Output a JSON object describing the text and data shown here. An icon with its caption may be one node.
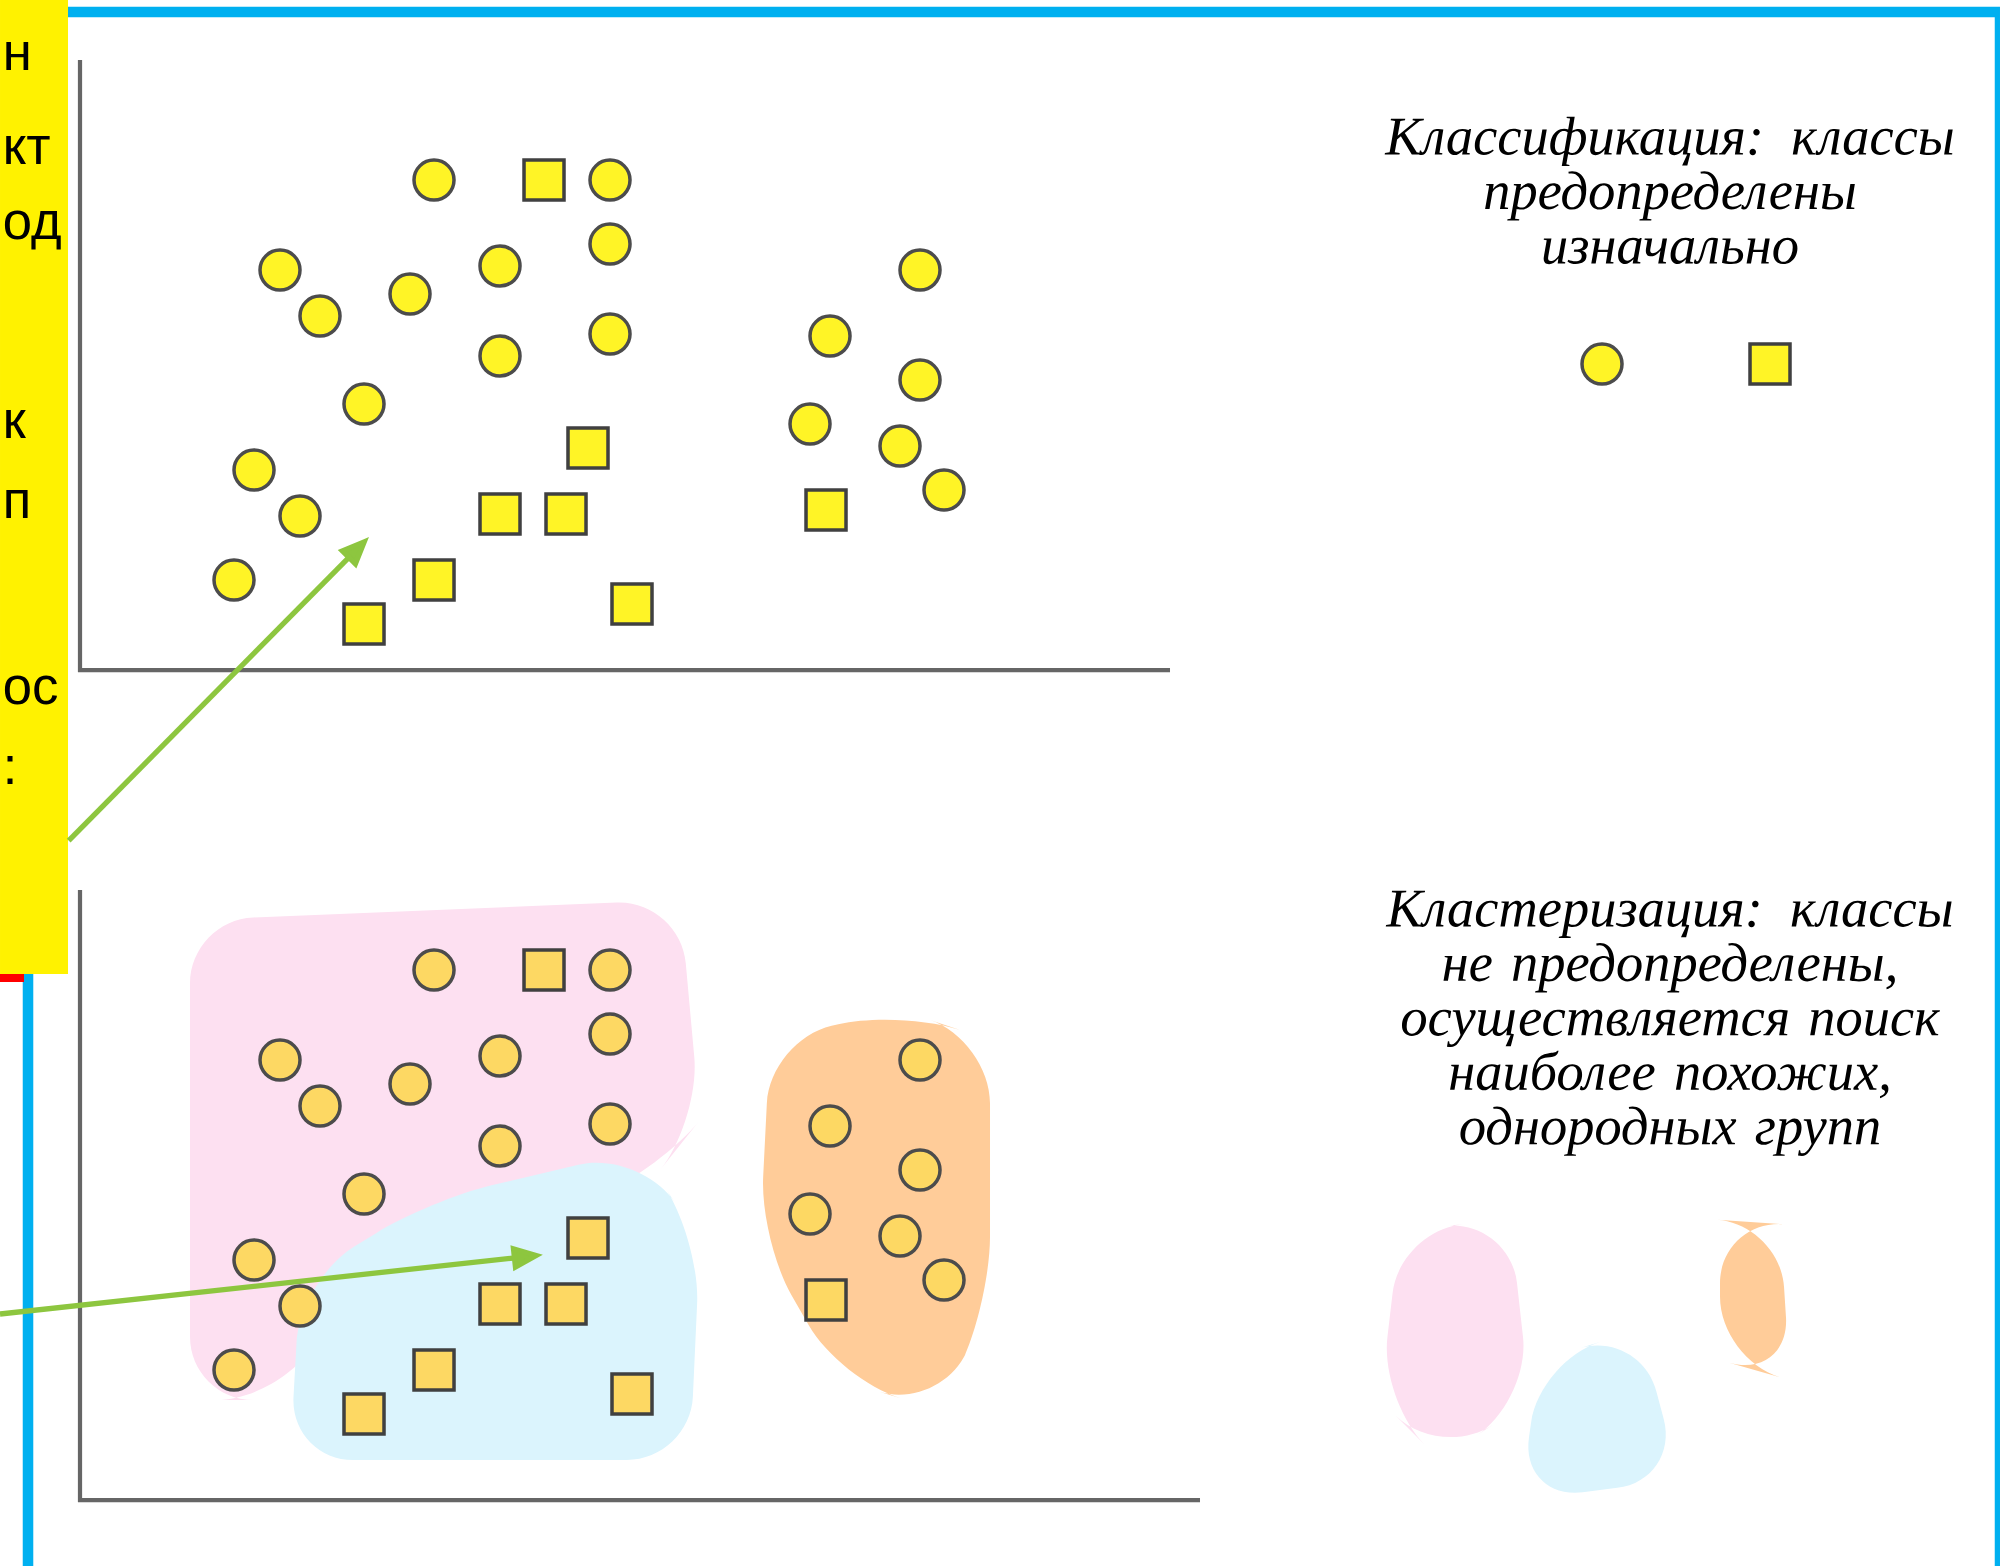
{
  "diagram": {
    "nodes": [
      {
        "text": [
          "н",
          "кт",
          "од",
          "к",
          "п",
          "ос",
          ":"
        ]
      },
      {
        "text": [],
        "shape": "chart"
      },
      {
        "text": [],
        "shape": "chart"
      }
    ],
    "edges": [
      {
        "from": 0,
        "to": 1,
        "arrow": "to",
        "color": "#8dc63f"
      },
      {
        "from": null,
        "to": 2,
        "arrow": "to",
        "color": "#8dc63f"
      }
    ],
    "labels": [
      "Классификация: классы предопределены изначально",
      "Кластеризация: классы не предопределены, осуществляется поиск наиболее похожих, однородных групп"
    ]
  }
}
